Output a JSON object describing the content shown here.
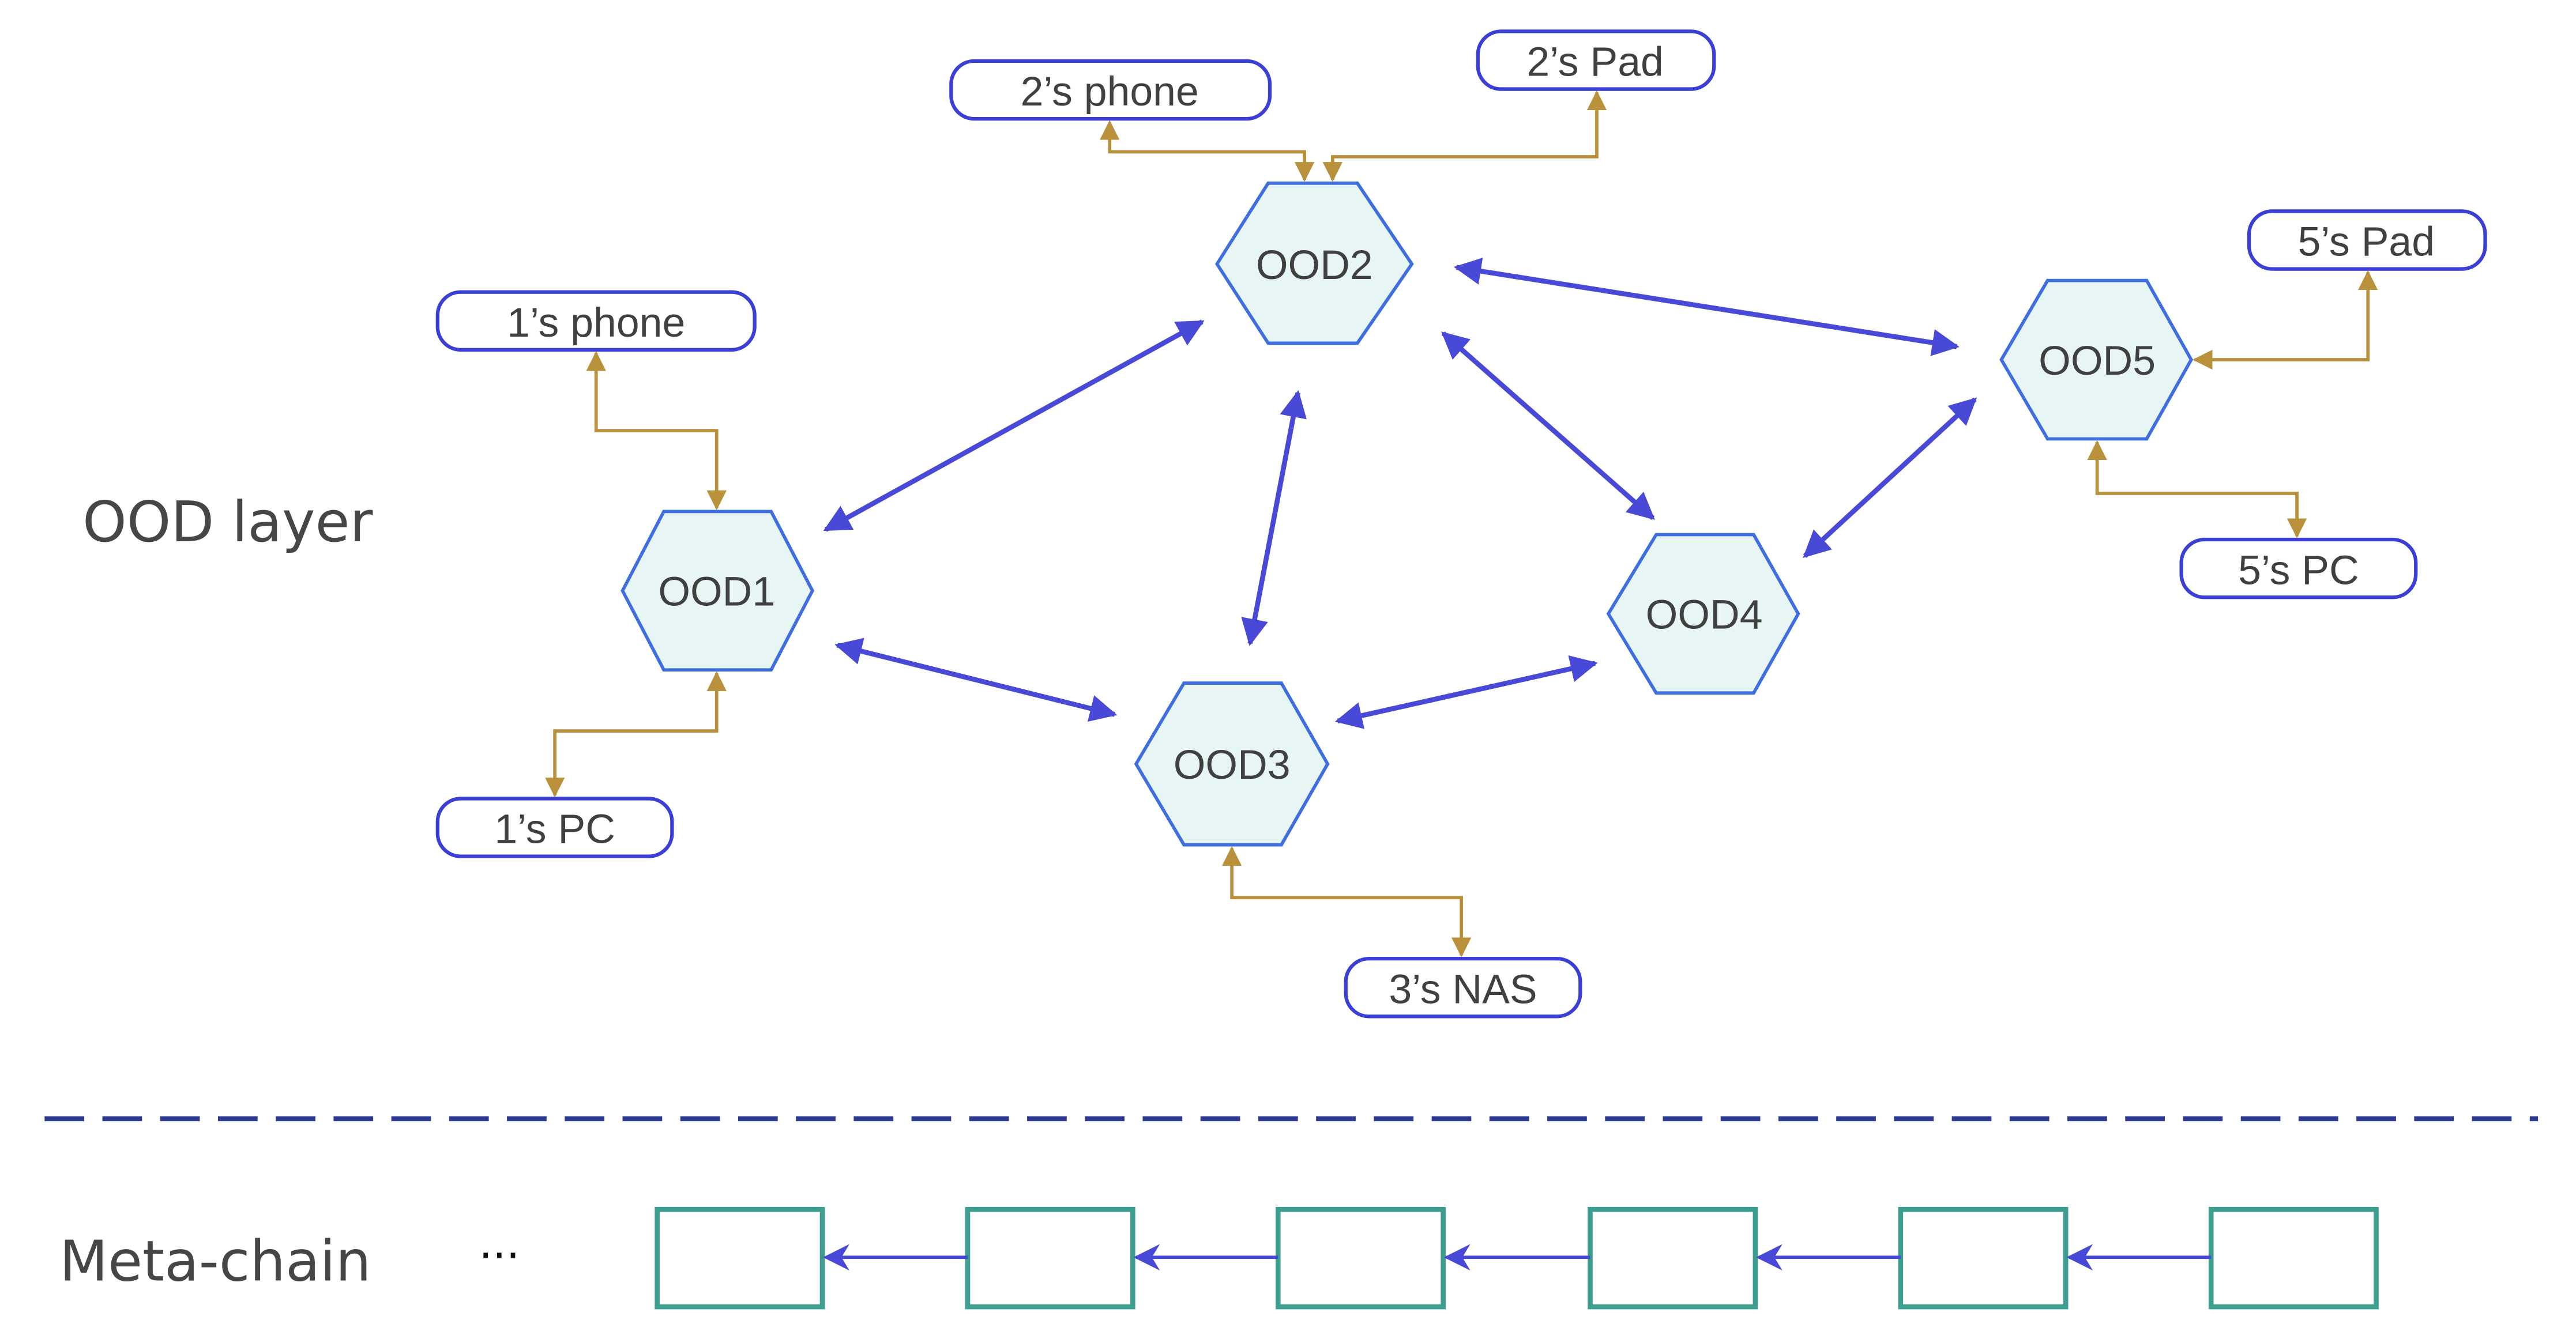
{
  "diagram": {
    "layers": {
      "ood_layer_label": "OOD layer",
      "meta_chain_label": "Meta-chain",
      "chain_ellipsis": "···"
    },
    "colors": {
      "hex_fill": "#e7f6f4",
      "hex_stroke": "#3f6ee0",
      "peer_link": "#4949d8",
      "device_link": "#b8913a",
      "device_box_stroke": "#3b3fd6",
      "block_stroke": "#3b9e8f",
      "divider": "#2e3d91",
      "text": "#404040"
    },
    "oods": [
      {
        "id": "OOD1",
        "label": "OOD1"
      },
      {
        "id": "OOD2",
        "label": "OOD2"
      },
      {
        "id": "OOD3",
        "label": "OOD3"
      },
      {
        "id": "OOD4",
        "label": "OOD4"
      },
      {
        "id": "OOD5",
        "label": "OOD5"
      }
    ],
    "devices": [
      {
        "id": "p1",
        "label": "1’s phone",
        "owner": "OOD1"
      },
      {
        "id": "pc1",
        "label": "1’s PC",
        "owner": "OOD1"
      },
      {
        "id": "p2",
        "label": "2’s phone",
        "owner": "OOD2"
      },
      {
        "id": "pad2",
        "label": "2’s Pad",
        "owner": "OOD2"
      },
      {
        "id": "nas3",
        "label": "3’s NAS",
        "owner": "OOD3"
      },
      {
        "id": "pad5",
        "label": "5’s Pad",
        "owner": "OOD5"
      },
      {
        "id": "pc5",
        "label": "5’s PC",
        "owner": "OOD5"
      }
    ],
    "peer_links": [
      {
        "from": "OOD1",
        "to": "OOD2",
        "bidirectional": true
      },
      {
        "from": "OOD1",
        "to": "OOD3",
        "bidirectional": true
      },
      {
        "from": "OOD2",
        "to": "OOD3",
        "bidirectional": true
      },
      {
        "from": "OOD2",
        "to": "OOD4",
        "bidirectional": true
      },
      {
        "from": "OOD2",
        "to": "OOD5",
        "bidirectional": true
      },
      {
        "from": "OOD3",
        "to": "OOD4",
        "bidirectional": true
      },
      {
        "from": "OOD4",
        "to": "OOD5",
        "bidirectional": true
      }
    ],
    "meta_chain": {
      "block_count": 6,
      "direction": "right-to-left"
    }
  }
}
